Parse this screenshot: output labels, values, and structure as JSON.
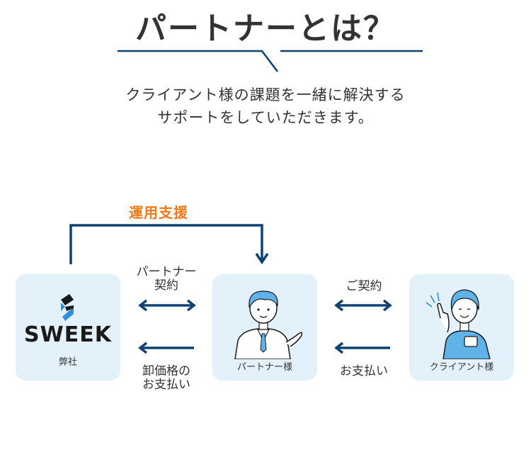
{
  "title": "パートナーとは？",
  "subtitle": {
    "line1": "クライアント様の課題を一緒に解決する",
    "line2": "サポートをしていただきます。"
  },
  "support_label": "運用支援",
  "cards": {
    "company": {
      "logo": "SWEEK",
      "label": "弊社"
    },
    "partner": {
      "label": "パートナー様"
    },
    "client": {
      "label": "クライアント様"
    }
  },
  "arrows": {
    "partner_contract": {
      "line1": "パートナー",
      "line2": "契約"
    },
    "wholesale": {
      "line1": "卸価格の",
      "line2": "お支払い"
    },
    "contract": "ご契約",
    "payment": "お支払い"
  },
  "colors": {
    "navy": "#0f4273",
    "orange": "#f07a1a",
    "card_bg": "#e3f1fb",
    "logo_blue": "#2f8fd8"
  },
  "icons": [
    "partner-illustration-icon",
    "client-illustration-icon",
    "sweek-logo-icon"
  ]
}
